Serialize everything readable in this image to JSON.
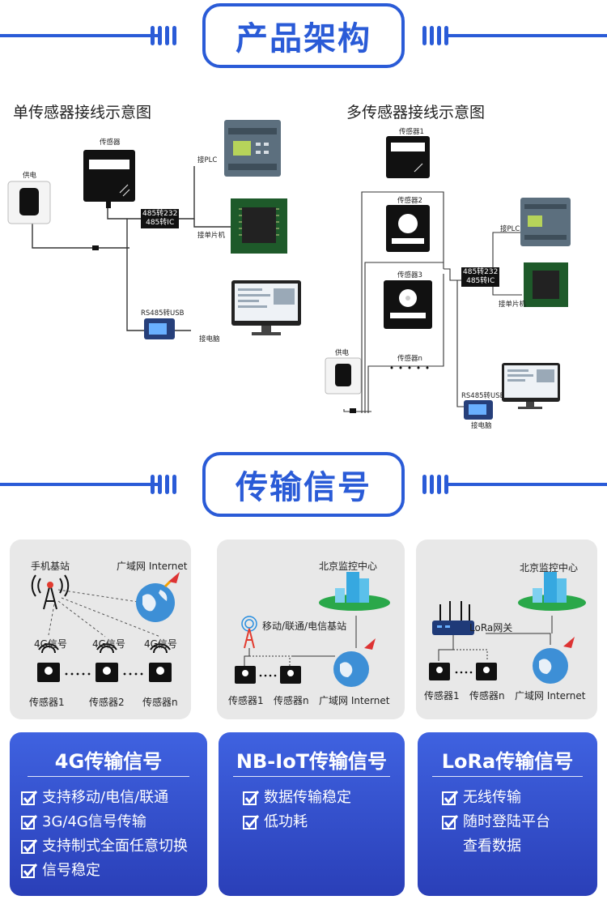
{
  "sections": {
    "architecture_title": "产品架构",
    "transmission_title": "传输信号"
  },
  "single": {
    "title": "单传感器接线示意图",
    "sensor": "传感器",
    "power": "供电",
    "plc": "接PLC",
    "mcu": "接单片机",
    "conv_line1": "485转232",
    "conv_line2": "485转IC",
    "rs485usb": "RS485转USB",
    "pc": "接电脑"
  },
  "multi": {
    "title": "多传感器接线示意图",
    "sensor1": "传感器1",
    "sensor2": "传感器2",
    "sensor3": "传感器3",
    "sensorn": "传感器n",
    "power": "供电",
    "plc": "接PLC",
    "mcu": "接单片机",
    "conv_line1": "485转232",
    "conv_line2": "485转IC",
    "rs485usb": "RS485转USB",
    "pc": "接电脑"
  },
  "cards": {
    "g4": {
      "base_station": "手机基站",
      "wan": "广域网 Internet",
      "sig1": "4G信号",
      "sig2": "4G信号",
      "sig3": "4G信号",
      "s1": "传感器1",
      "s2": "传感器2",
      "sn": "传感器n"
    },
    "nb": {
      "center": "北京监控中心",
      "base": "移动/联通/电信基站",
      "s1": "传感器1",
      "sn": "传感器n",
      "wan": "广域网 Internet"
    },
    "lora": {
      "center": "北京监控中心",
      "gateway": "LoRa网关",
      "s1": "传感器1",
      "sn": "传感器n",
      "wan": "广域网 Internet"
    }
  },
  "info": {
    "g4": {
      "title": "4G传输信号",
      "items": [
        "支持移动/电信/联通",
        "3G/4G信号传输",
        "支持制式全面任意切换",
        "信号稳定"
      ]
    },
    "nb": {
      "title": "NB-IoT传输信号",
      "items": [
        "数据传输稳定",
        "低功耗"
      ]
    },
    "lora": {
      "title": "LoRa传输信号",
      "items": [
        "无线传输",
        "随时登陆平台",
        "查看数据"
      ]
    }
  },
  "colors": {
    "accent": "#2a5bd7",
    "card_bg": "#e8e8e8",
    "info_bg_top": "#3f62e0",
    "info_bg_bottom": "#2a3fb8"
  }
}
